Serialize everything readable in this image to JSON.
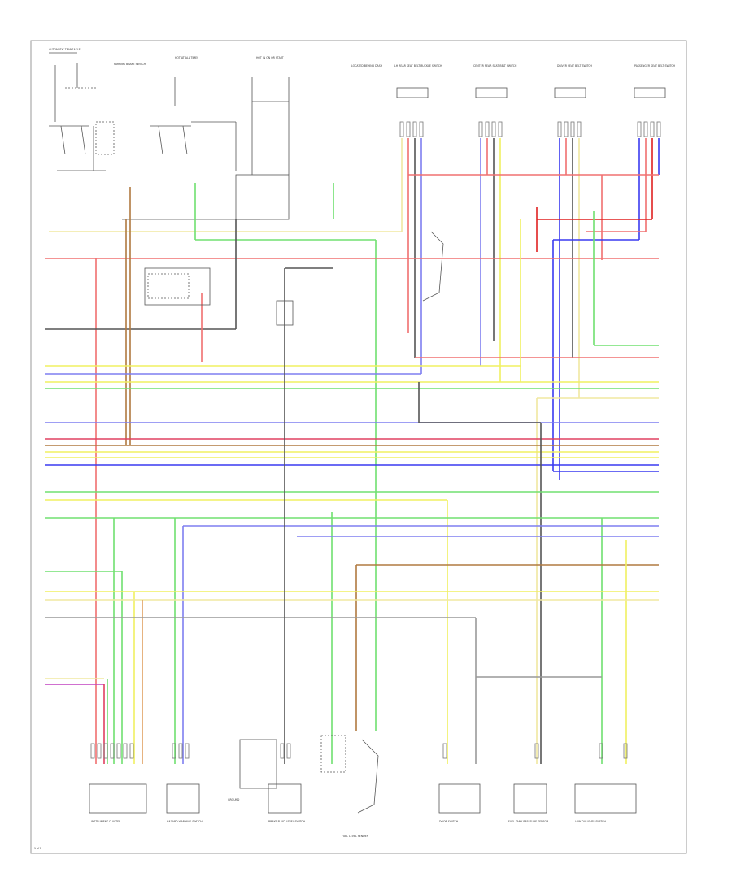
{
  "diagram": {
    "footer_code": "1 of 2",
    "top_labels": [
      "AUTOMATIC TRANSAXLE",
      "PARKING BRAKE SWITCH",
      "HOT AT ALL TIMES",
      "HOT IN ON OR START",
      "LOCATED BEHIND DASH",
      "LH REAR SEAT BELT BUCKLE SWITCH",
      "CENTER REAR SEAT BELT SWITCH",
      "DRIVER SEAT BELT SWITCH",
      "PASSENGER SEAT BELT SWITCH"
    ],
    "wire_colors": {
      "red": "#f07070",
      "pink": "#e04060",
      "blue": "#3a3af0",
      "lightblue": "#7f7ff0",
      "green": "#70e070",
      "yellow": "#f0f060",
      "lightyellow": "#f0e8a0",
      "brown": "#b07a40",
      "orange": "#e0a060",
      "black": "#555555",
      "gray": "#999999",
      "darkred": "#e02020",
      "magenta": "#c040c0"
    },
    "bottom_components": [
      "INSTRUMENT CLUSTER",
      "HAZARD WARNING SWITCH",
      "GROUND",
      "BRAKE FLUID LEVEL SWITCH",
      "FUEL LEVEL SENDER",
      "DOOR SWITCH",
      "FUEL TANK PRESSURE SENSOR",
      "LOW OIL LEVEL SWITCH"
    ]
  }
}
